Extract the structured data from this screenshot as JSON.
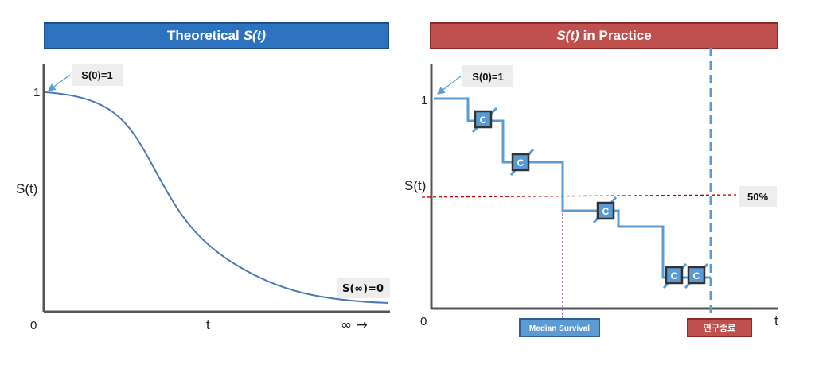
{
  "left_panel": {
    "title_main": "Theoretical",
    "title_var": "S(t)",
    "y_axis_label": "S(t)",
    "x_axis_label": "t",
    "y_tick_top": "1",
    "x_tick_origin": "0",
    "x_tick_end": "∞ →",
    "callout_start": "S(0)=1",
    "callout_end": "S(∞)=0"
  },
  "right_panel": {
    "title_var": "S(t)",
    "title_main": "in Practice",
    "y_axis_label": "S(t)",
    "x_axis_label": "t",
    "y_tick_top": "1",
    "x_tick_origin": "0",
    "callout_start": "S(0)=1",
    "median_label": "50%",
    "median_survival_label": "Median Survival",
    "study_end_label": "연구종료",
    "censor_marker": "C"
  },
  "colors": {
    "curve": "#5b9bd5",
    "theoretical_curve": "#4a7ab5",
    "left_header": "#2d72bf",
    "right_header": "#c0504d",
    "median_line": "#c00000",
    "median_vertical": "#7030a0",
    "censor_box": "#5b9bd5"
  }
}
